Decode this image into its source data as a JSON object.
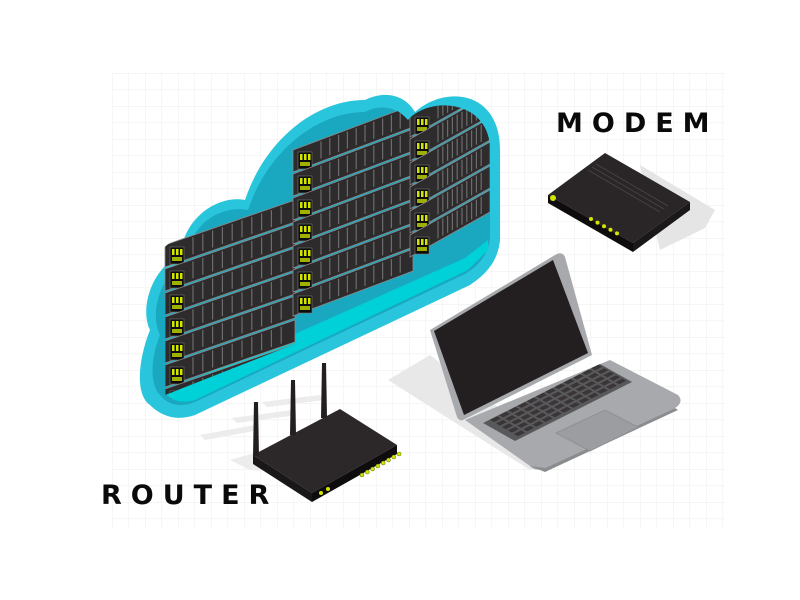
{
  "labels": {
    "modem": "MODEM",
    "router": "ROUTER"
  },
  "devices": [
    {
      "id": "cloud-server",
      "name": "Cloud server racks",
      "icon": "cloud-server-icon"
    },
    {
      "id": "modem",
      "name": "Modem",
      "icon": "modem-icon",
      "indicator_leds": 5
    },
    {
      "id": "laptop",
      "name": "Laptop",
      "icon": "laptop-icon"
    },
    {
      "id": "router",
      "name": "Router",
      "icon": "router-icon",
      "antennas": 3,
      "indicator_leds": 10
    }
  ],
  "colors": {
    "background": "#ffffff",
    "grid": "#f1f1f1",
    "cloud_outer": "#29c5dc",
    "cloud_inner": "#14a8c0",
    "cloud_floor": "#00d0d8",
    "device_body": "#231f20",
    "led": "#d4e600",
    "laptop_body": "#a7a9ac",
    "shadow": "#e9e9e9",
    "text": "#0a0a0a"
  }
}
